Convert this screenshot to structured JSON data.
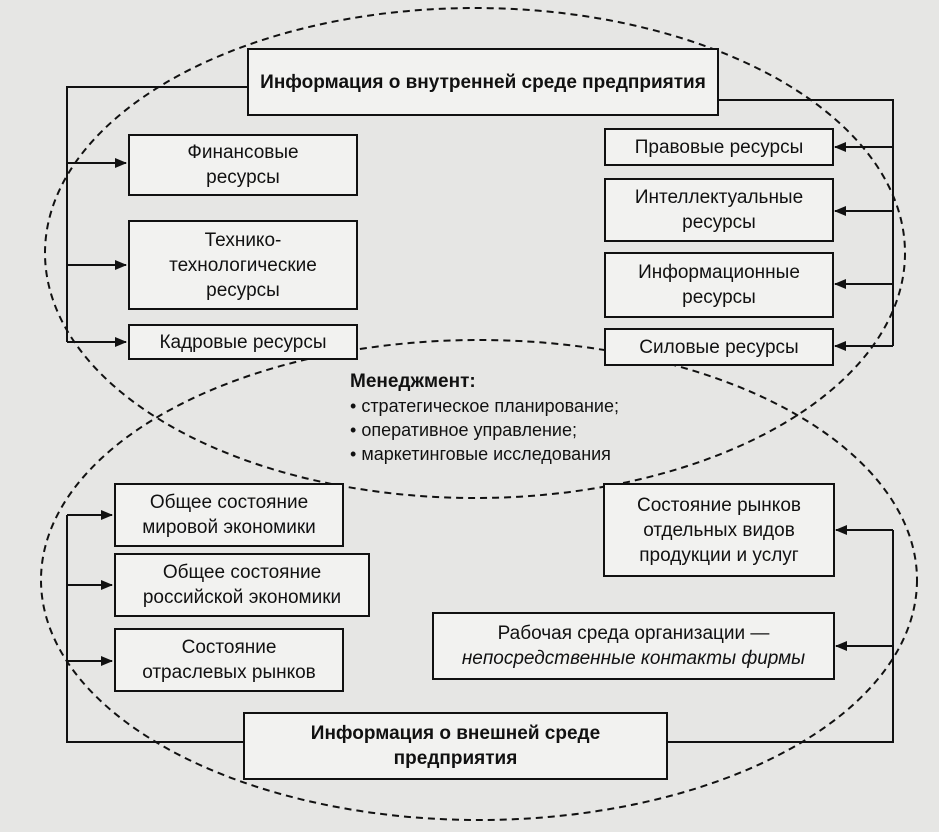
{
  "internal": {
    "title": "Информация о внутренней среде предприятия",
    "left": [
      {
        "key": "finance",
        "label": "Финансовые ресурсы"
      },
      {
        "key": "tech",
        "label": "Технико-технологические ресурсы"
      },
      {
        "key": "hr",
        "label": "Кадровые ресурсы"
      }
    ],
    "right": [
      {
        "key": "legal",
        "label": "Правовые ресурсы"
      },
      {
        "key": "intellect",
        "label": "Интеллектуальные ресурсы"
      },
      {
        "key": "info",
        "label": "Информационные ресурсы"
      },
      {
        "key": "power",
        "label": "Силовые ресурсы"
      }
    ]
  },
  "management": {
    "title": "Менеджмент:",
    "items": [
      "стратегическое планирование;",
      "оперативное управление;",
      "маркетинговые исследования"
    ]
  },
  "external": {
    "title": "Информация о внешней среде предприятия",
    "left": [
      {
        "key": "world",
        "label": "Общее состояние мировой экономики"
      },
      {
        "key": "russia",
        "label": "Общее состояние российской экономики"
      },
      {
        "key": "industry",
        "label": "Состояние отраслевых рынков"
      }
    ],
    "right_market": "Состояние рынков отдельных видов продукции и услуг",
    "work_env": {
      "line1": "Рабочая среда организации —",
      "line2": "непосредственные контакты фирмы"
    }
  }
}
